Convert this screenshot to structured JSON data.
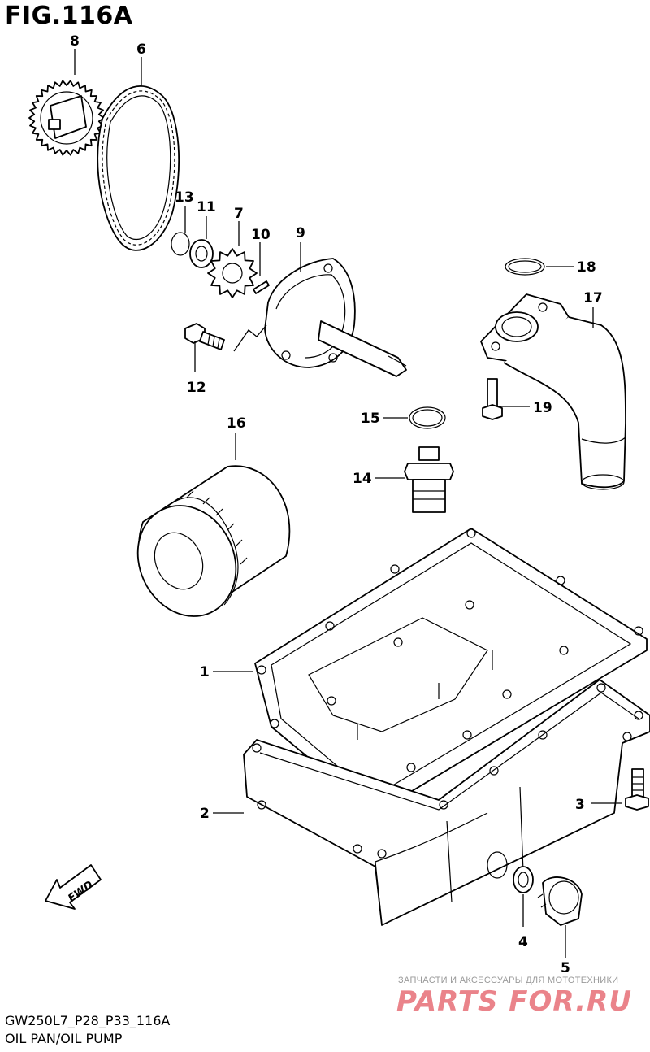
{
  "figure_title": "FIG.116A",
  "footer": {
    "code": "GW250L7_P28_P33_116A",
    "name": "OIL PAN/OIL PUMP"
  },
  "forward_arrow_label": "FWD",
  "watermark": {
    "tagline": "ЗАПЧАСТИ И АКСЕССУАРЫ ДЛЯ МОТОТЕХНИКИ",
    "brand": "PARTS FOR.RU"
  },
  "part_labels": {
    "p1": "1",
    "p2": "2",
    "p3": "3",
    "p4": "4",
    "p5": "5",
    "p6": "6",
    "p7": "7",
    "p8": "8",
    "p9": "9",
    "p10": "10",
    "p11": "11",
    "p12": "12",
    "p13": "13",
    "p14": "14",
    "p15": "15",
    "p16": "16",
    "p17": "17",
    "p18": "18",
    "p19": "19"
  }
}
